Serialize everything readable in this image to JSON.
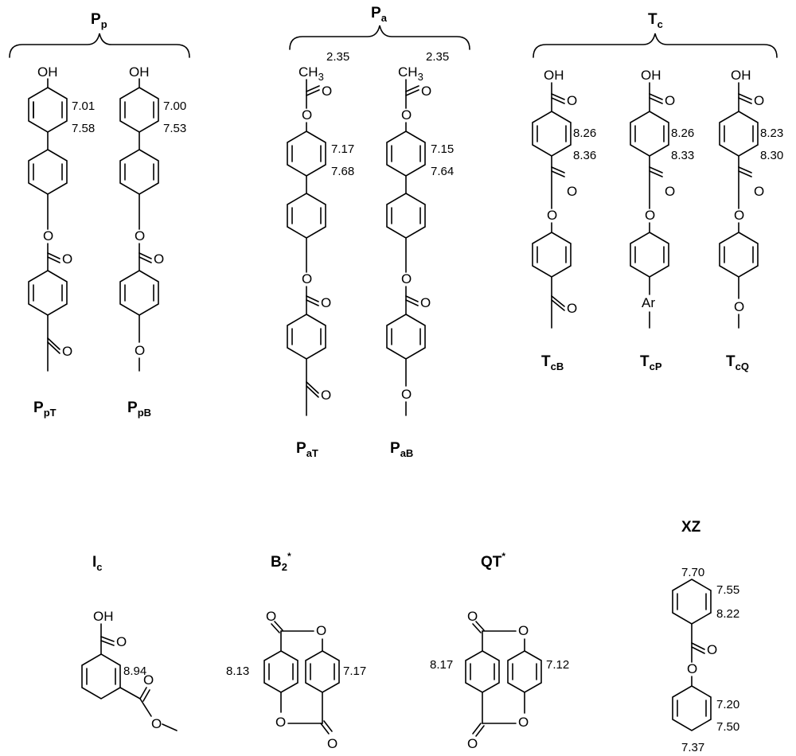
{
  "groups": {
    "pp": {
      "main": "P",
      "sub": "p"
    },
    "pa": {
      "main": "P",
      "sub": "a"
    },
    "tc": {
      "main": "T",
      "sub": "c"
    }
  },
  "labels": {
    "ppt": {
      "main": "P",
      "sub": "pT"
    },
    "ppb": {
      "main": "P",
      "sub": "pB"
    },
    "pat": {
      "main": "P",
      "sub": "aT"
    },
    "pab": {
      "main": "P",
      "sub": "aB"
    },
    "tcb": {
      "main": "T",
      "sub": "cB"
    },
    "tcp": {
      "main": "T",
      "sub": "cP"
    },
    "tcq": {
      "main": "T",
      "sub": "cQ"
    },
    "ic": {
      "main": "I",
      "sub": "c"
    },
    "b2": {
      "main": "B",
      "sub": "2",
      "sup": "*"
    },
    "qt": {
      "main": "QT",
      "sup": "*"
    },
    "xz": {
      "main": "XZ"
    }
  },
  "atoms": {
    "oh": "OH",
    "o": "O",
    "ch": "CH",
    "three": "3",
    "ar": "Ar"
  },
  "shifts": {
    "ppt": [
      "7.01",
      "7.58"
    ],
    "ppb": [
      "7.00",
      "7.53"
    ],
    "pat": [
      "2.35",
      "7.17",
      "7.68"
    ],
    "pab": [
      "2.35",
      "7.15",
      "7.64"
    ],
    "tcb": [
      "8.26",
      "8.36"
    ],
    "tcp": [
      "8.26",
      "8.33"
    ],
    "tcq": [
      "8.23",
      "8.30"
    ],
    "ic": [
      "8.94"
    ],
    "b2": [
      "8.13",
      "7.17"
    ],
    "qt": [
      "8.17",
      "7.12"
    ],
    "xz": [
      "7.70",
      "7.55",
      "8.22",
      "7.20",
      "7.50",
      "7.37"
    ]
  }
}
